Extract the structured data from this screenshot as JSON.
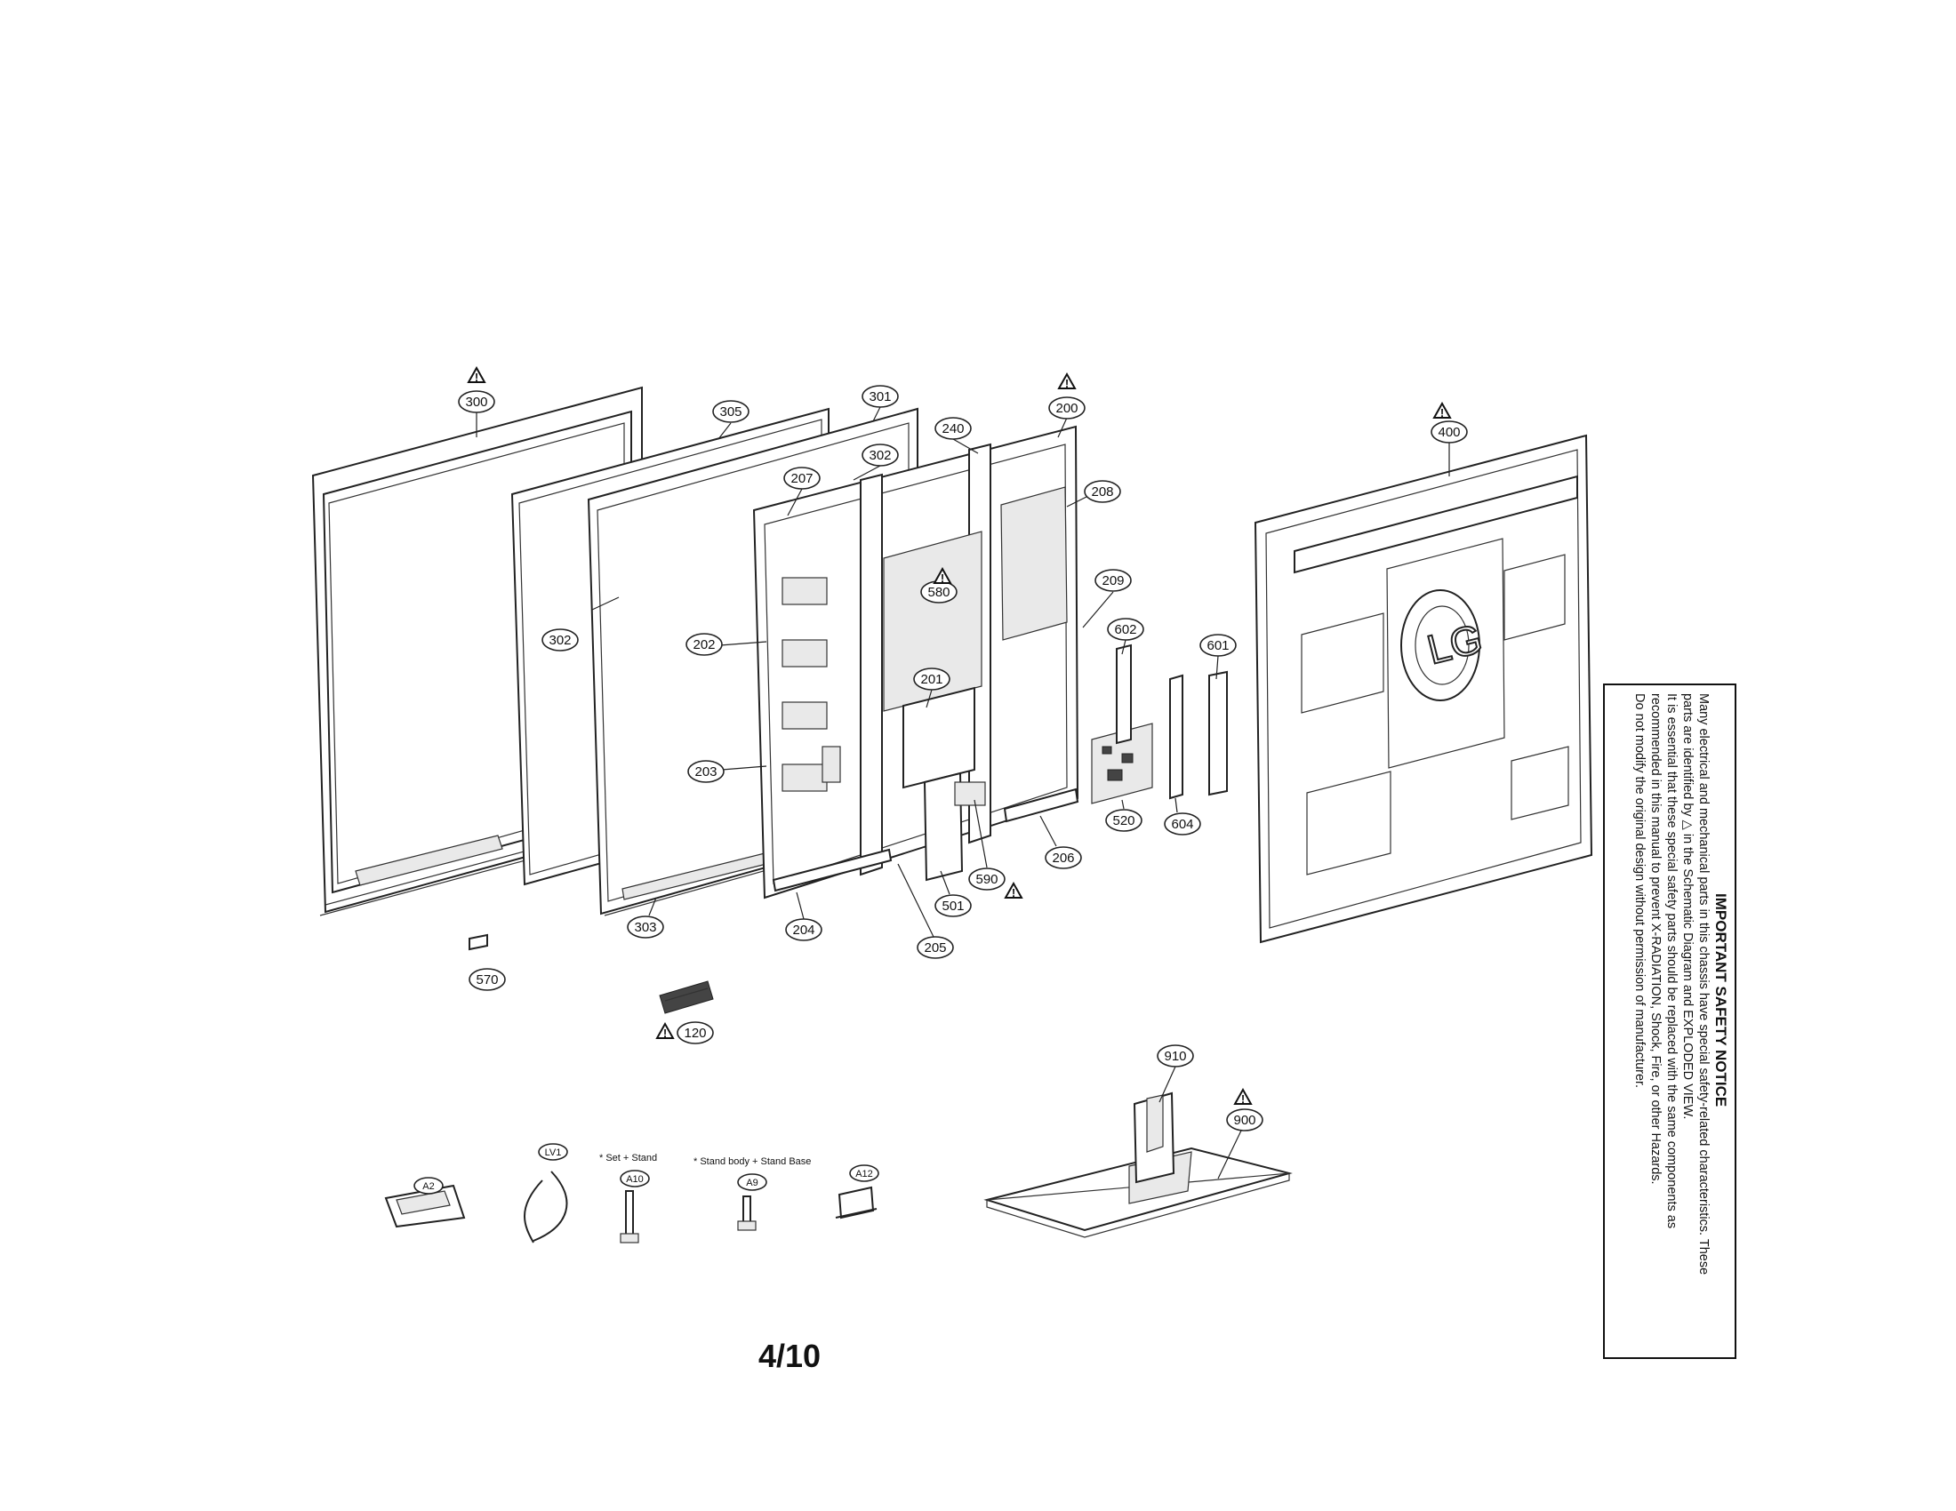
{
  "callouts": {
    "c300": "300",
    "c305": "305",
    "c301": "301",
    "c302a": "302",
    "c302b": "302",
    "c240": "240",
    "c200": "200",
    "c207": "207",
    "c208": "208",
    "c580": "580",
    "c209": "209",
    "c202": "202",
    "c602": "602",
    "c601": "601",
    "c201": "201",
    "c203": "203",
    "c520": "520",
    "c604": "604",
    "c206": "206",
    "c590": "590",
    "c501": "501",
    "c303": "303",
    "c204": "204",
    "c205": "205",
    "c400": "400",
    "c570": "570",
    "c120": "120",
    "c910": "910",
    "c900": "900",
    "cA2": "A2",
    "cLV1": "LV1",
    "cA10": "A10",
    "cA9": "A9",
    "cA12": "A12"
  },
  "labels": {
    "set_stand": "* Set + Stand",
    "stand_body": "* Stand body + Stand Base"
  },
  "logo": "LG",
  "page_number": "4/10",
  "safety_notice": {
    "title": "IMPORTANT SAFETY NOTICE",
    "lines": [
      "Many electrical and mechanical parts in this chassis have special safety-related characteristics. These",
      "parts are identified by △ in the Schematic Diagram and EXPLODED VIEW.",
      "It is essential that these special safety parts should be replaced with the same components as",
      "recommended in this manual to prevent X-RADIATION, Shock, Fire, or other Hazards.",
      "Do not modify the original design without permission of manufacturer."
    ]
  }
}
